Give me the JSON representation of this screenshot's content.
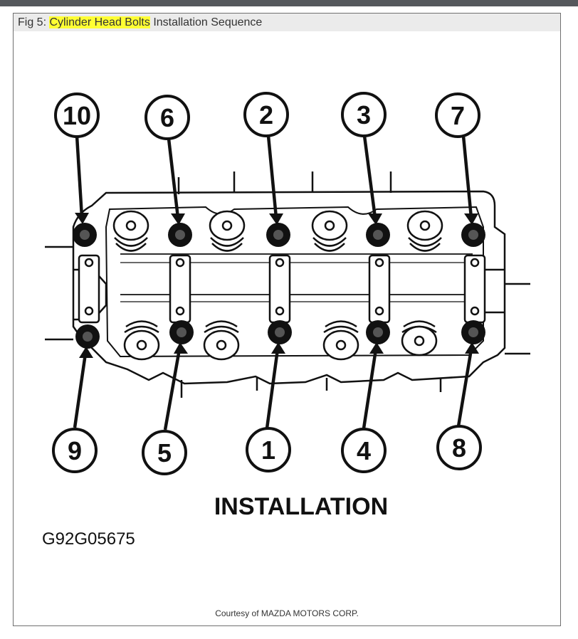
{
  "caption": {
    "prefix": "Fig 5: ",
    "highlight": "Cylinder Head Bolts",
    "suffix": " Installation Sequence"
  },
  "diagram": {
    "callouts_top": [
      "10",
      "6",
      "2",
      "3",
      "7"
    ],
    "callouts_bottom": [
      "9",
      "5",
      "1",
      "4",
      "8"
    ],
    "label": "INSTALLATION",
    "figure_id": "G92G05675"
  },
  "credit": "Courtesy of MAZDA MOTORS CORP.",
  "colors": {
    "highlight": "#ffff33",
    "topbar": "#55585c",
    "caption_bar": "#ebebeb",
    "ink": "#111111"
  }
}
